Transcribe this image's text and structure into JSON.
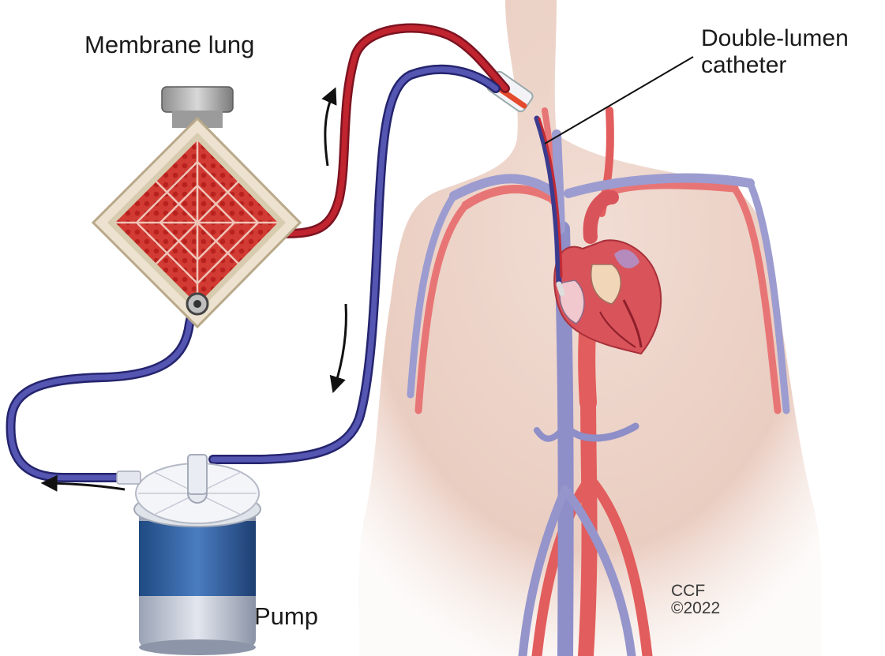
{
  "labels": {
    "membrane_lung": "Membrane lung",
    "catheter_line1": "Double-lumen",
    "catheter_line2": "catheter",
    "pump": "Pump",
    "credit_line1": "CCF",
    "credit_line2": "©2022"
  },
  "colors": {
    "oxygenated_blood": "#c0242f",
    "deoxygenated_blood": "#3f3f95",
    "skin": "#efd9cf",
    "artery": "#e86a6a",
    "vein": "#8f8fc9",
    "pump_body": "#2f5f9a",
    "arrow": "#111111"
  }
}
